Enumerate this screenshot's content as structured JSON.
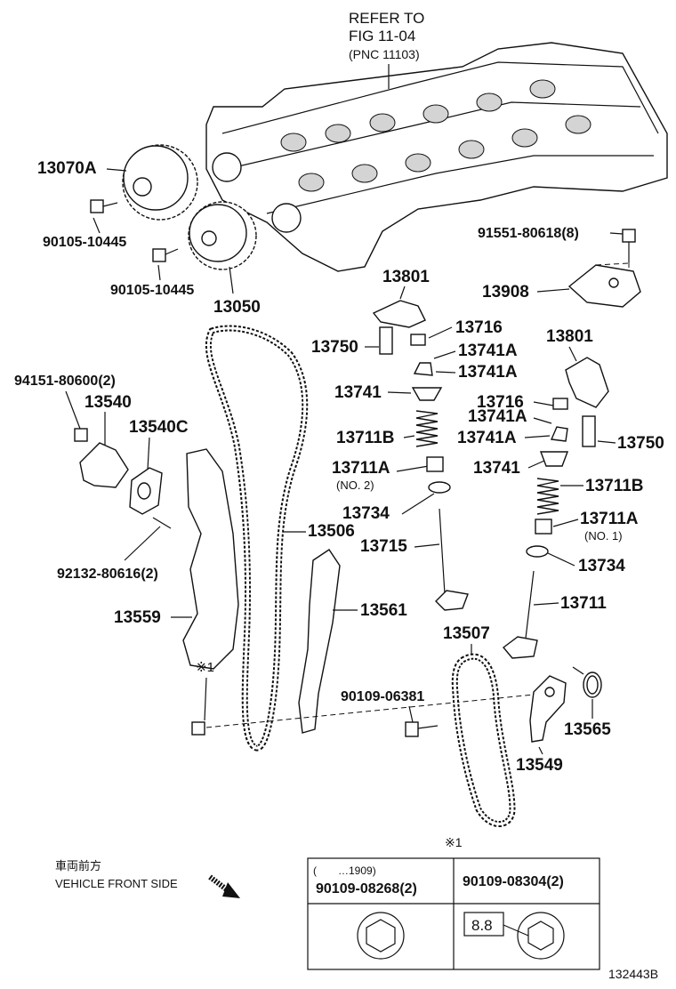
{
  "refer": {
    "line1": "REFER TO",
    "line2": "FIG 11-04",
    "line3": "(PNC 11103)"
  },
  "parts": {
    "p13070A": "13070A",
    "p90105_a": "90105-10445",
    "p90105_b": "90105-10445",
    "p13050": "13050",
    "p91551": "91551-80618(8)",
    "p13908": "13908",
    "p13801_a": "13801",
    "p13716_a": "13716",
    "p13750_a": "13750",
    "p13741A_a": "13741A",
    "p13741A_b": "13741A",
    "p13741_a": "13741",
    "p13711B_a": "13711B",
    "p13711A_a": "13711A",
    "p13711A_a_note": "(NO. 2)",
    "p13734_a": "13734",
    "p13715": "13715",
    "p13801_b": "13801",
    "p13716_b": "13716",
    "p13741A_c": "13741A",
    "p13741A_d": "13741A",
    "p13750_b": "13750",
    "p13741_b": "13741",
    "p13711B_b": "13711B",
    "p13711A_b": "13711A",
    "p13711A_b_note": "(NO. 1)",
    "p13734_b": "13734",
    "p13711": "13711",
    "p94151": "94151-80600(2)",
    "p13540": "13540",
    "p13540C": "13540C",
    "p92132": "92132-80616(2)",
    "p13506": "13506",
    "p13559": "13559",
    "p13561": "13561",
    "p13507": "13507",
    "p90109_06381": "90109-06381",
    "p13565": "13565",
    "p13549": "13549",
    "mark1": "※1"
  },
  "legend": {
    "front_jp": "車両前方",
    "front_en": "VEHICLE FRONT SIDE"
  },
  "table": {
    "mark": "※1",
    "col1_date": "(　　…1909)",
    "col1_part": "90109-08268(2)",
    "col2_part": "90109-08304(2)",
    "strength": "8.8"
  },
  "figure_id": "132443B"
}
